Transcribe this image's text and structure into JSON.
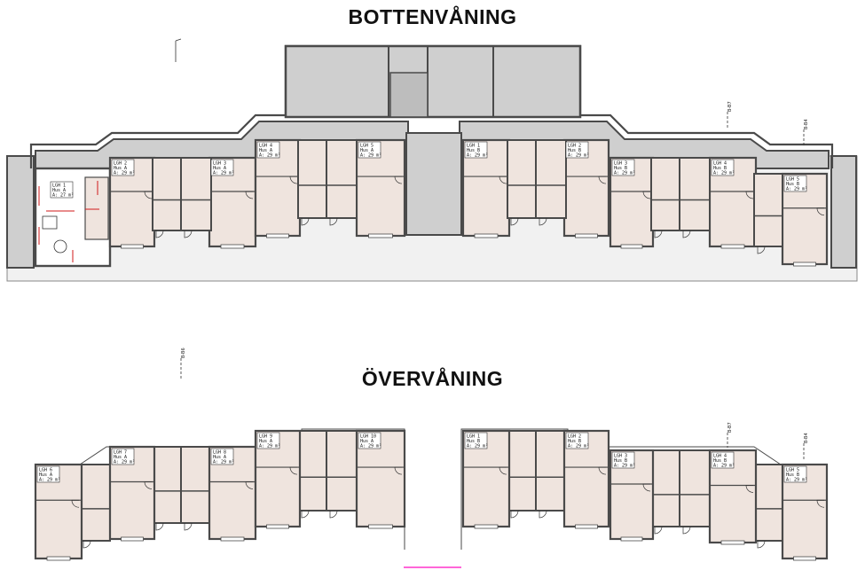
{
  "titles": {
    "ground_floor": "BOTTENVÅNING",
    "upper_floor": "ÖVERVÅNING"
  },
  "section_markers": [
    "B-B7",
    "B-B4",
    "B-B6",
    "B-B7",
    "B-B4"
  ],
  "colors": {
    "wall": "#4a4a4a",
    "apartment_fill": "#efe4de",
    "common_fill": "#cfcfcf",
    "ground": "#f1f1f1",
    "dimension": "#d11a1a",
    "sightline": "#ff33cc"
  },
  "ground_floor_units": [
    {
      "name": "LGH 1",
      "house": "Hus A",
      "area": "A: 27 m²"
    },
    {
      "name": "LGH 2",
      "house": "Hus A",
      "area": "A: 29 m²"
    },
    {
      "name": "LGH 3",
      "house": "Hus A",
      "area": "A: 29 m²"
    },
    {
      "name": "LGH 4",
      "house": "Hus A",
      "area": "A: 29 m²"
    },
    {
      "name": "LGH 5",
      "house": "Hus A",
      "area": "A: 29 m²"
    },
    {
      "name": "LGH 1",
      "house": "Hus B",
      "area": "A: 29 m²"
    },
    {
      "name": "LGH 2",
      "house": "Hus B",
      "area": "A: 29 m²"
    },
    {
      "name": "LGH 3",
      "house": "Hus B",
      "area": "A: 29 m²"
    },
    {
      "name": "LGH 4",
      "house": "Hus B",
      "area": "A: 29 m²"
    },
    {
      "name": "LGH 5",
      "house": "Hus B",
      "area": "A: 29 m²"
    }
  ],
  "upper_floor_units": [
    {
      "name": "LGH 6",
      "house": "Hus A",
      "area": "A: 29 m²"
    },
    {
      "name": "LGH 7",
      "house": "Hus A",
      "area": "A: 29 m²"
    },
    {
      "name": "LGH 8",
      "house": "Hus A",
      "area": "A: 29 m²"
    },
    {
      "name": "LGH 9",
      "house": "Hus A",
      "area": "A: 29 m²"
    },
    {
      "name": "LGH 10",
      "house": "Hus A",
      "area": "A: 29 m²"
    },
    {
      "name": "LGH 1",
      "house": "Hus B",
      "area": "A: 29 m²"
    },
    {
      "name": "LGH 2",
      "house": "Hus B",
      "area": "A: 29 m²"
    },
    {
      "name": "LGH 3",
      "house": "Hus B",
      "area": "A: 29 m²"
    },
    {
      "name": "LGH 4",
      "house": "Hus B",
      "area": "A: 29 m²"
    },
    {
      "name": "LGH 5",
      "house": "Hus B",
      "area": "A: 29 m²"
    }
  ]
}
